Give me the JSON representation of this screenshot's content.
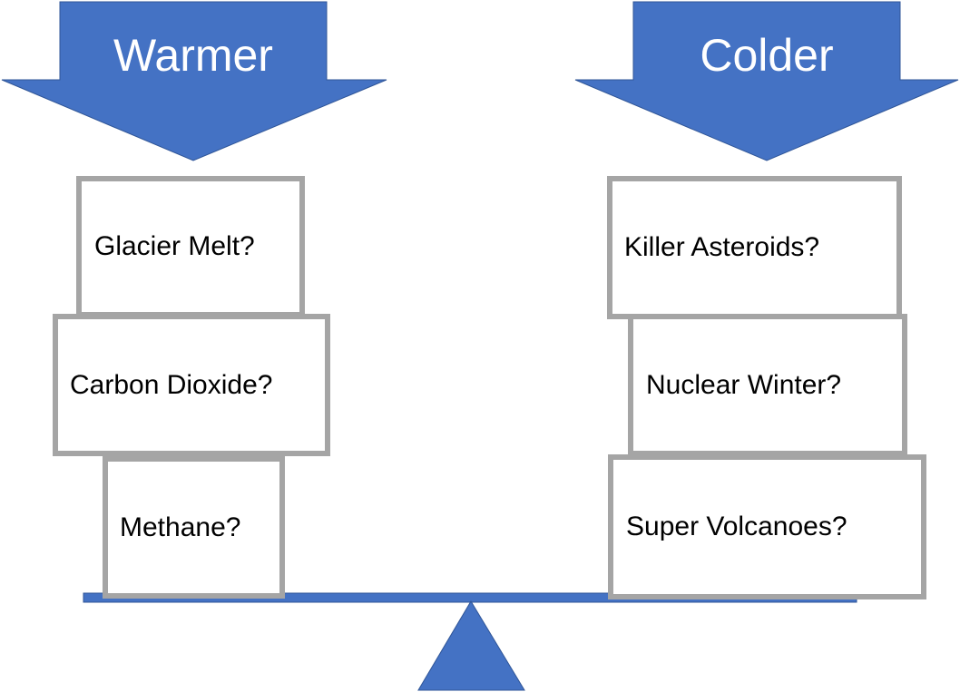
{
  "colors": {
    "arrow_fill": "#4472c4",
    "box_border": "#a5a5a5",
    "beam_fill": "#4472c4"
  },
  "arrows": {
    "warmer": {
      "label": "Warmer"
    },
    "colder": {
      "label": "Colder"
    }
  },
  "warmer_causes": [
    {
      "label": "Glacier Melt?"
    },
    {
      "label": "Carbon Dioxide?"
    },
    {
      "label": "Methane?"
    }
  ],
  "colder_causes": [
    {
      "label": "Killer Asteroids?"
    },
    {
      "label": "Nuclear Winter?"
    },
    {
      "label": "Super Volcanoes?"
    }
  ]
}
